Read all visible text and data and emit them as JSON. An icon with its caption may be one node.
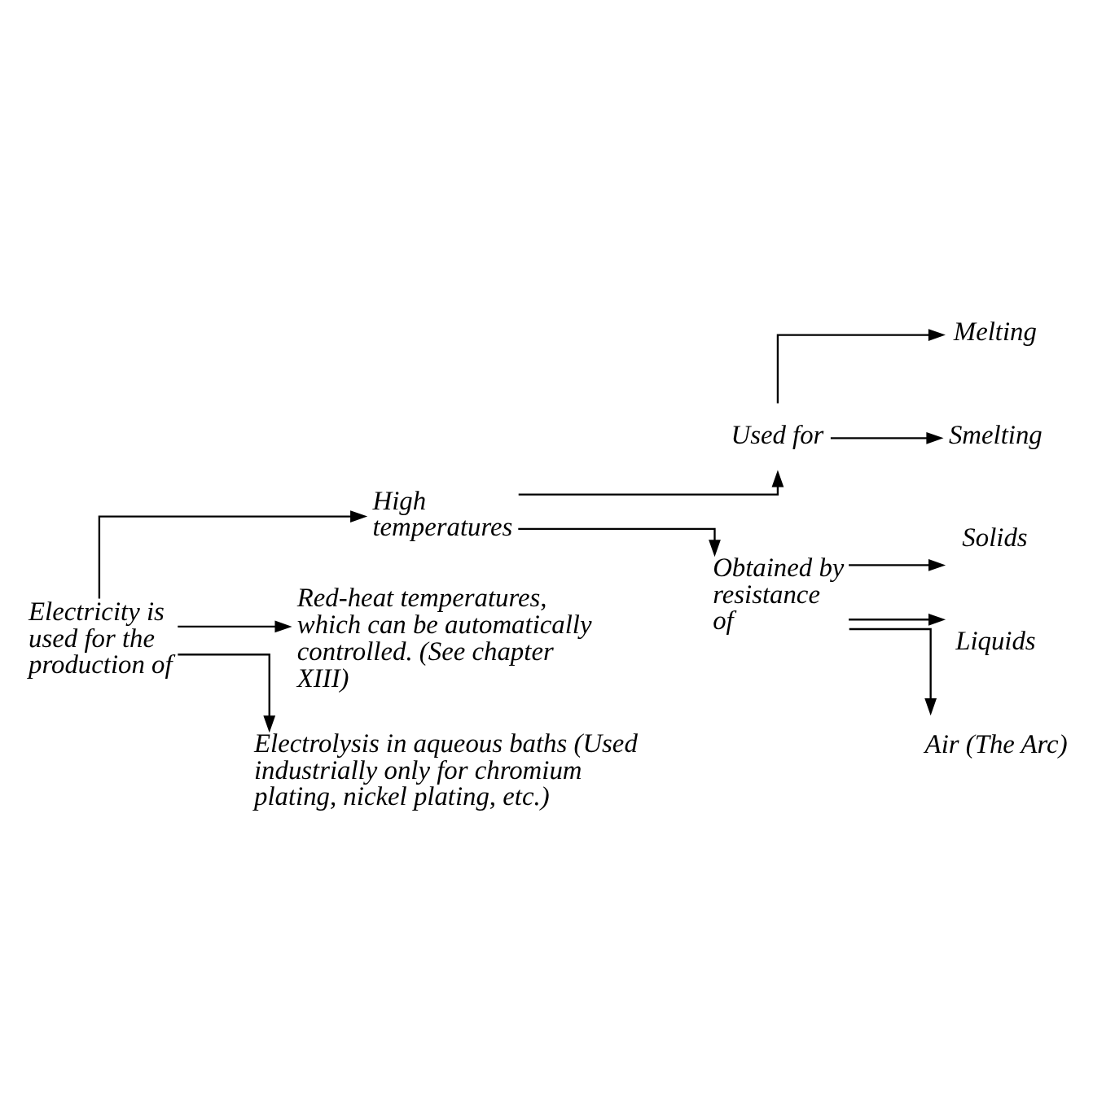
{
  "diagram": {
    "nodes": [
      {
        "text": [
          "Electricity is used for the production of"
        ]
      },
      {
        "text": [
          "High temperatures"
        ]
      },
      {
        "text": [
          "Used for"
        ]
      },
      {
        "text": [
          "Melting"
        ]
      },
      {
        "text": [
          "Smelting"
        ]
      },
      {
        "text": [
          "Obtained by resistance of"
        ]
      },
      {
        "text": [
          "Solids"
        ]
      },
      {
        "text": [
          "Liquids"
        ]
      },
      {
        "text": [
          "Air (The Arc)"
        ]
      },
      {
        "text": [
          "Red-heat temperatures, which can be automatically controlled. (See chapter XIII)"
        ]
      },
      {
        "text": [
          "Electrolysis in aqueous baths (Used industrially only for chromium plating, nickel plating, etc.)"
        ]
      }
    ],
    "edges": [
      {
        "from": 0,
        "to": 1,
        "arrow": "to"
      },
      {
        "from": 0,
        "to": 9,
        "arrow": "to"
      },
      {
        "from": 0,
        "to": 10,
        "arrow": "to"
      },
      {
        "from": 1,
        "to": 2,
        "arrow": "to"
      },
      {
        "from": 1,
        "to": 5,
        "arrow": "to"
      },
      {
        "from": 2,
        "to": 3,
        "arrow": "to"
      },
      {
        "from": 2,
        "to": 4,
        "arrow": "to"
      },
      {
        "from": 5,
        "to": 6,
        "arrow": "to"
      },
      {
        "from": 5,
        "to": 7,
        "arrow": "to"
      },
      {
        "from": 5,
        "to": 8,
        "arrow": "to"
      }
    ]
  }
}
